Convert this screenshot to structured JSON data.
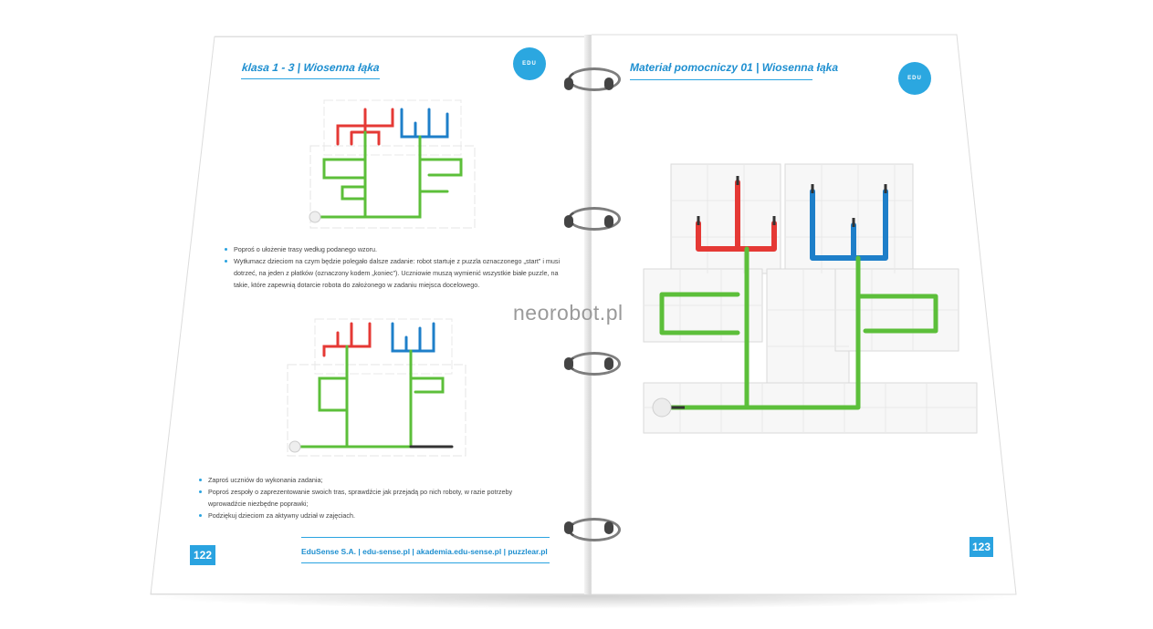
{
  "watermark": "neorobot.pl",
  "left_page": {
    "header": "klasa 1 - 3  |  Wiosenna łąka",
    "logo_text": "EDU SENSE",
    "instructions_top": [
      {
        "type": "bullet",
        "text": "Poproś o ułożenie trasy według podanego wzoru."
      },
      {
        "type": "bullet",
        "text": "Wytłumacz dzieciom na czym będzie polegało dalsze zadanie: robot startuje z puzzla oznaczonego „start” i musi"
      },
      {
        "type": "cont",
        "text": "dotrzeć, na jeden z płatków (oznaczony kodem „koniec”). Uczniowie muszą wymienić wszystkie białe puzzle, na"
      },
      {
        "type": "cont",
        "text": "takie, które zapewnią dotarcie robota do założonego w zadaniu miejsca docelowego."
      }
    ],
    "instructions_bottom": [
      {
        "type": "bullet",
        "text": "Zaproś uczniów do wykonania zadania;"
      },
      {
        "type": "bullet",
        "text": "Poproś zespoły o zaprezentowanie swoich tras, sprawdźcie jak przejadą po nich roboty, w razie potrzeby"
      },
      {
        "type": "cont",
        "text": "wprowadźcie niezbędne poprawki;"
      },
      {
        "type": "bullet",
        "text": "Podziękuj dzieciom za aktywny udział w zajęciach."
      }
    ],
    "footer": "EduSense S.A.  |  edu-sense.pl  |  akademia.edu-sense.pl  |  puzzlear.pl",
    "page_number": "122"
  },
  "right_page": {
    "header": "Materiał pomocniczy 01  |  Wiosenna łąka",
    "logo_text": "EDU SENSE",
    "page_number": "123"
  },
  "colors": {
    "accent": "#2aa3e0",
    "red_path": "#e53935",
    "blue_path": "#1e7fc9",
    "green_path": "#5cbf3a"
  }
}
